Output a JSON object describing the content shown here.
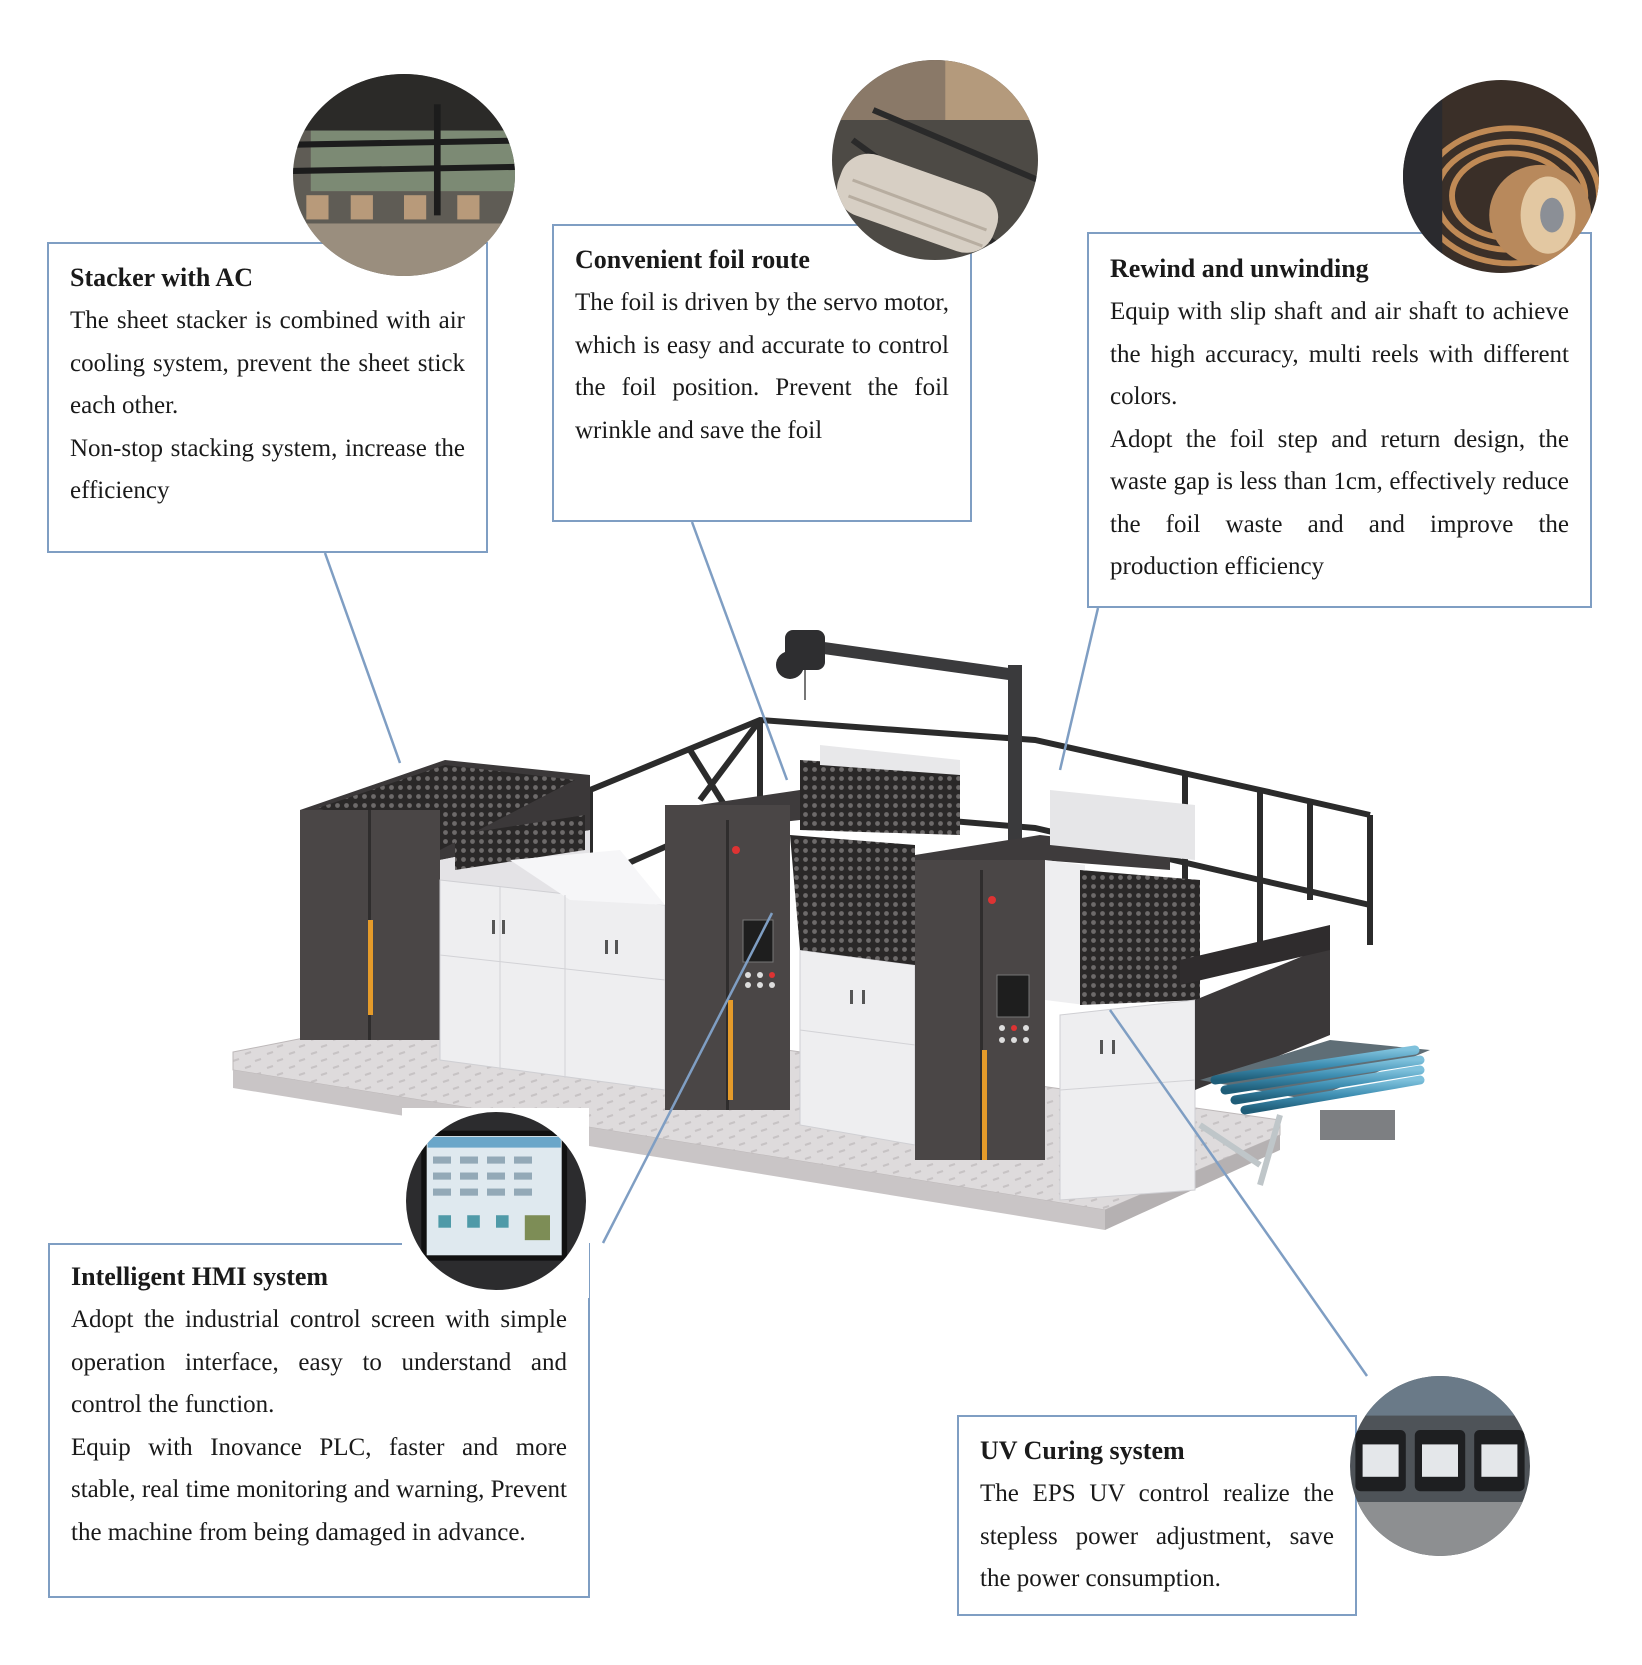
{
  "callouts": {
    "stacker": {
      "title": "Stacker with AC",
      "paragraphs": [
        "The sheet stacker is combined with air cooling system, prevent the sheet stick each other.",
        "Non-stop stacking system, increase the efficiency"
      ],
      "photo": "stacker-closeup-photo"
    },
    "foil_route": {
      "title": "Convenient foil route",
      "paragraphs": [
        "The foil is driven by the servo motor, which is easy and accurate to control the foil position. Prevent the foil wrinkle and save the foil"
      ],
      "photo": "foil-roller-closeup-photo"
    },
    "rewind": {
      "title": "Rewind and unwinding",
      "paragraphs": [
        "Equip with slip shaft and air shaft to achieve the high accuracy, multi reels with different colors.",
        "Adopt the foil step and return design, the waste gap is less than 1cm, effectively reduce the foil waste and and improve the production efficiency"
      ],
      "photo": "foil-reel-closeup-photo"
    },
    "hmi": {
      "title": "Intelligent HMI system",
      "paragraphs": [
        "Adopt the industrial control screen with simple operation interface, easy to understand and control the function.",
        "Equip with Inovance PLC, faster and more stable, real time monitoring and warning, Prevent the machine from being damaged in advance."
      ],
      "photo": "hmi-screen-closeup-photo"
    },
    "uv": {
      "title": "UV Curing system",
      "paragraphs": [
        "The EPS UV control realize the stepless power adjustment, save the power consumption."
      ],
      "photo": "uv-lamp-closeup-photo"
    }
  },
  "colors": {
    "callout_border": "#7f9ec3",
    "leader_line": "#7f9ec3",
    "machine_panel_dark": "#4a4646",
    "machine_body_white": "#eeeef0",
    "platform_steel": "#dcd9da",
    "accent_orange": "#e59b2a",
    "conveyor_blue": "#3f8fb3"
  }
}
